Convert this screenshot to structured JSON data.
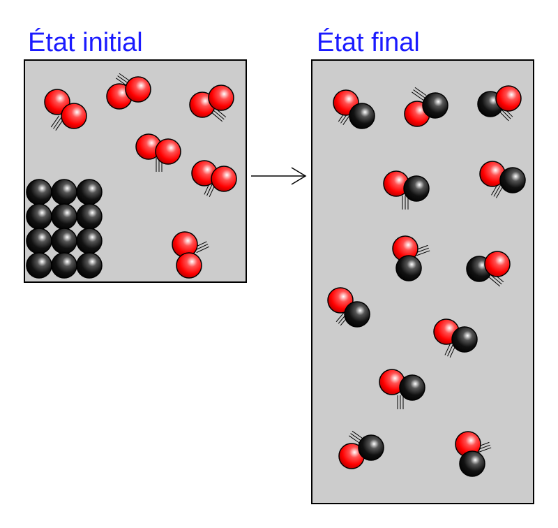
{
  "labels": {
    "initial": "État initial",
    "final": "État final"
  },
  "colors": {
    "box_fill": "#cccccc",
    "box_stroke": "#000000",
    "red_atom": "#ff0000",
    "black_atom": "#000000",
    "title": "#1a1aff"
  },
  "initial_state": {
    "o2_molecules": 6,
    "carbon_atoms": 12
  },
  "final_state": {
    "co_molecules": 12
  }
}
